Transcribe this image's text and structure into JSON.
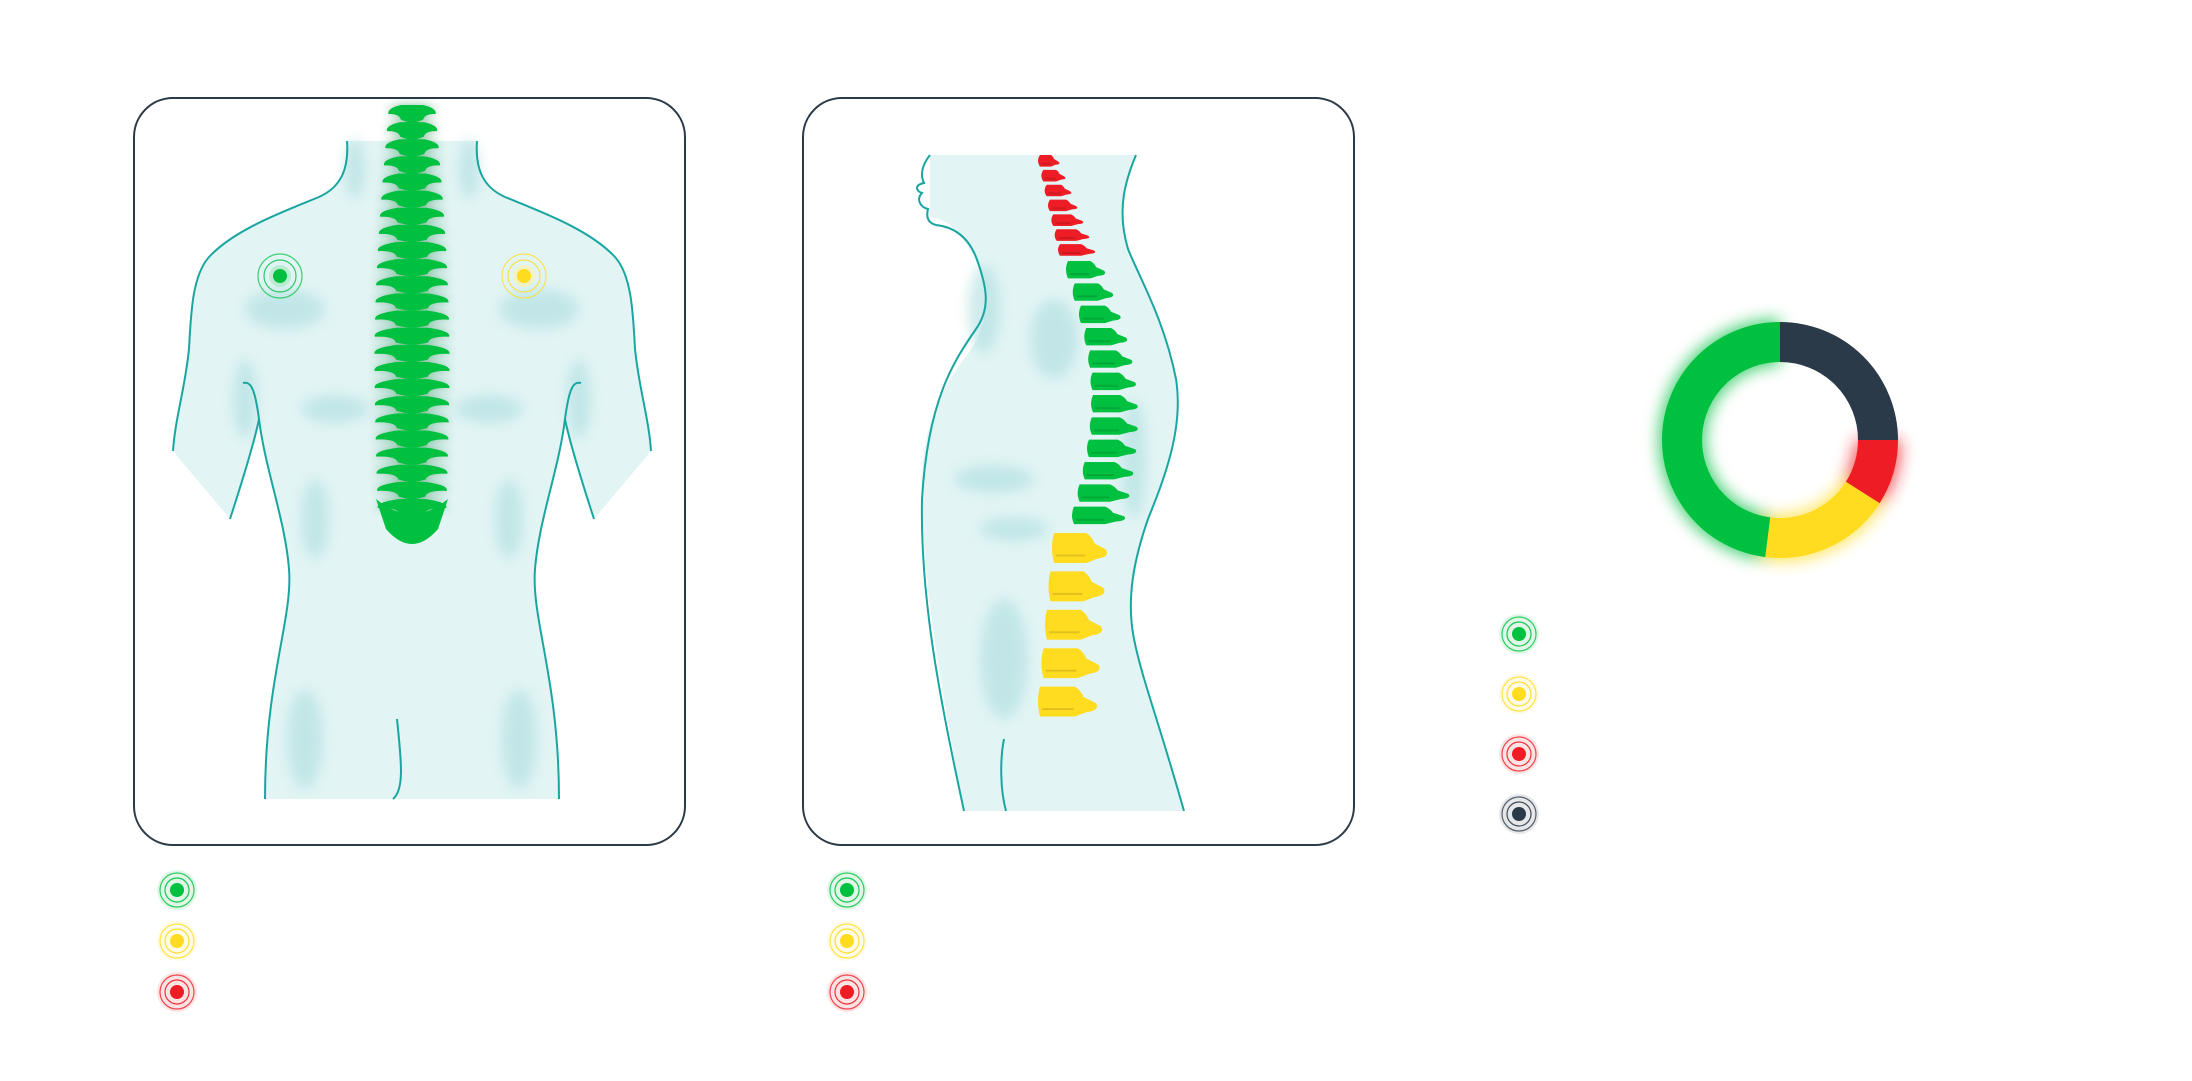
{
  "colors": {
    "green": "#00c040",
    "yellow": "#ffdc20",
    "red": "#ee1c24",
    "dark": "#2b3a48",
    "skin": "#e2f4f4",
    "skin_shade": "#b8e2e4",
    "outline": "#1aa6a0",
    "spine_green": "#00b53c"
  },
  "back_view": {
    "markers": [
      {
        "name": "left-shoulder",
        "status": "green"
      },
      {
        "name": "right-shoulder",
        "status": "yellow"
      }
    ],
    "spine_status": "green",
    "legend": [
      "green",
      "yellow",
      "red"
    ]
  },
  "side_view": {
    "spine_segments": [
      {
        "region": "cervical",
        "status": "red"
      },
      {
        "region": "thoracic",
        "status": "green"
      },
      {
        "region": "lumbar",
        "status": "yellow"
      }
    ],
    "legend": [
      "green",
      "yellow",
      "red"
    ]
  },
  "chart_data": {
    "type": "pie",
    "variant": "donut",
    "slices": [
      {
        "status": "dark",
        "value": 0.25
      },
      {
        "status": "red",
        "value": 0.09
      },
      {
        "status": "yellow",
        "value": 0.18
      },
      {
        "status": "green",
        "value": 0.48
      }
    ],
    "start_angle_deg": -90,
    "legend": [
      "green",
      "yellow",
      "red",
      "dark"
    ],
    "legend_placement": "bottom-left"
  }
}
